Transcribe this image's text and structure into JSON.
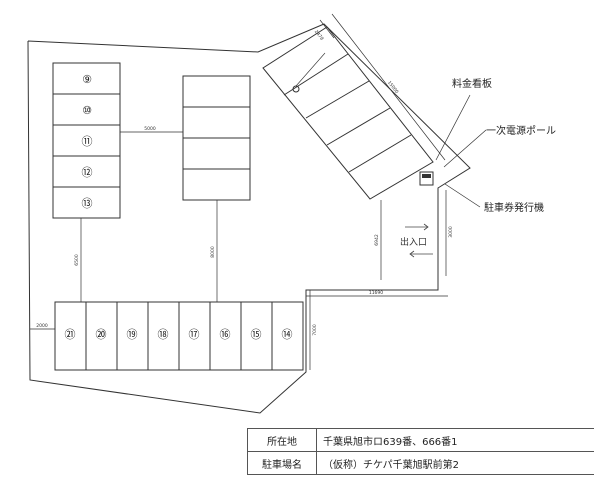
{
  "stalls_left": [
    "⑨",
    "⑩",
    "⑪",
    "⑫",
    "⑬"
  ],
  "stalls_bottom": [
    "㉑",
    "⑳",
    "⑲",
    "⑱",
    "⑰",
    "⑯",
    "⑮",
    "⑭"
  ],
  "dimensions": {
    "d5000": "5000",
    "d6500": "6500",
    "d8000": "8000",
    "d11690": "11690",
    "d6942": "6942",
    "d3000": "3000",
    "d7000": "7000",
    "d2000": "2000",
    "d15000": "15000",
    "d2478": "2478"
  },
  "callouts": {
    "sign": "料金看板",
    "pole": "一次電源ポール",
    "ticket": "駐車券発行機"
  },
  "entrance": "出入口",
  "info": {
    "location_label": "所在地",
    "location_value": "千葉県旭市ロ639番、666番1",
    "name_label": "駐車場名",
    "name_value": "（仮称）チケパ千葉旭駅前第2"
  }
}
